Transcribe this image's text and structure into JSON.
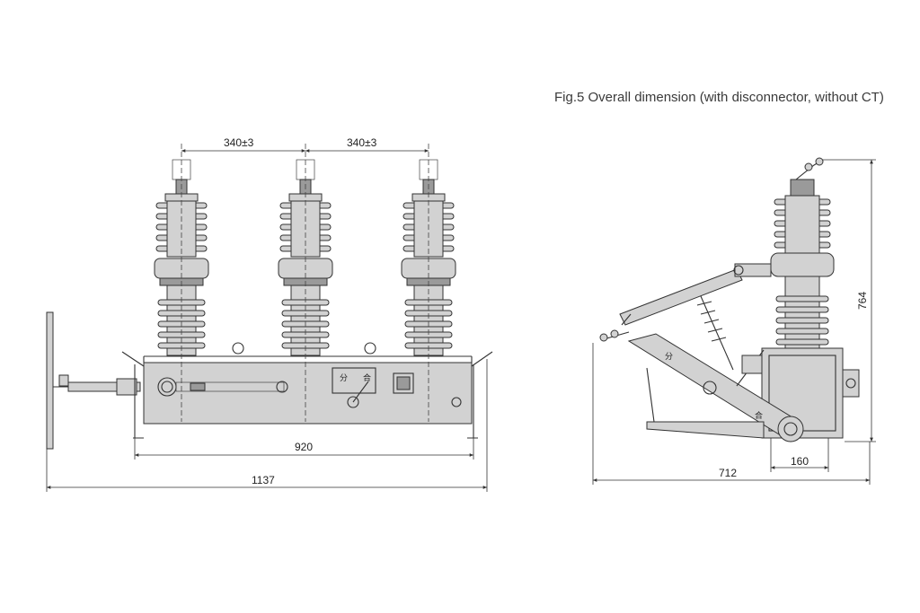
{
  "caption": "Fig.5 Overall dimension (with disconnector, without CT)",
  "front_view": {
    "dim_pitch_left": "340±3",
    "dim_pitch_right": "340±3",
    "dim_mount": "920",
    "dim_total": "1137",
    "panel_label_a": "分",
    "panel_label_b": "合"
  },
  "side_view": {
    "dim_height": "764",
    "dim_depth": "712",
    "dim_base": "160",
    "arm_label_a": "分",
    "arm_label_b": "合"
  }
}
